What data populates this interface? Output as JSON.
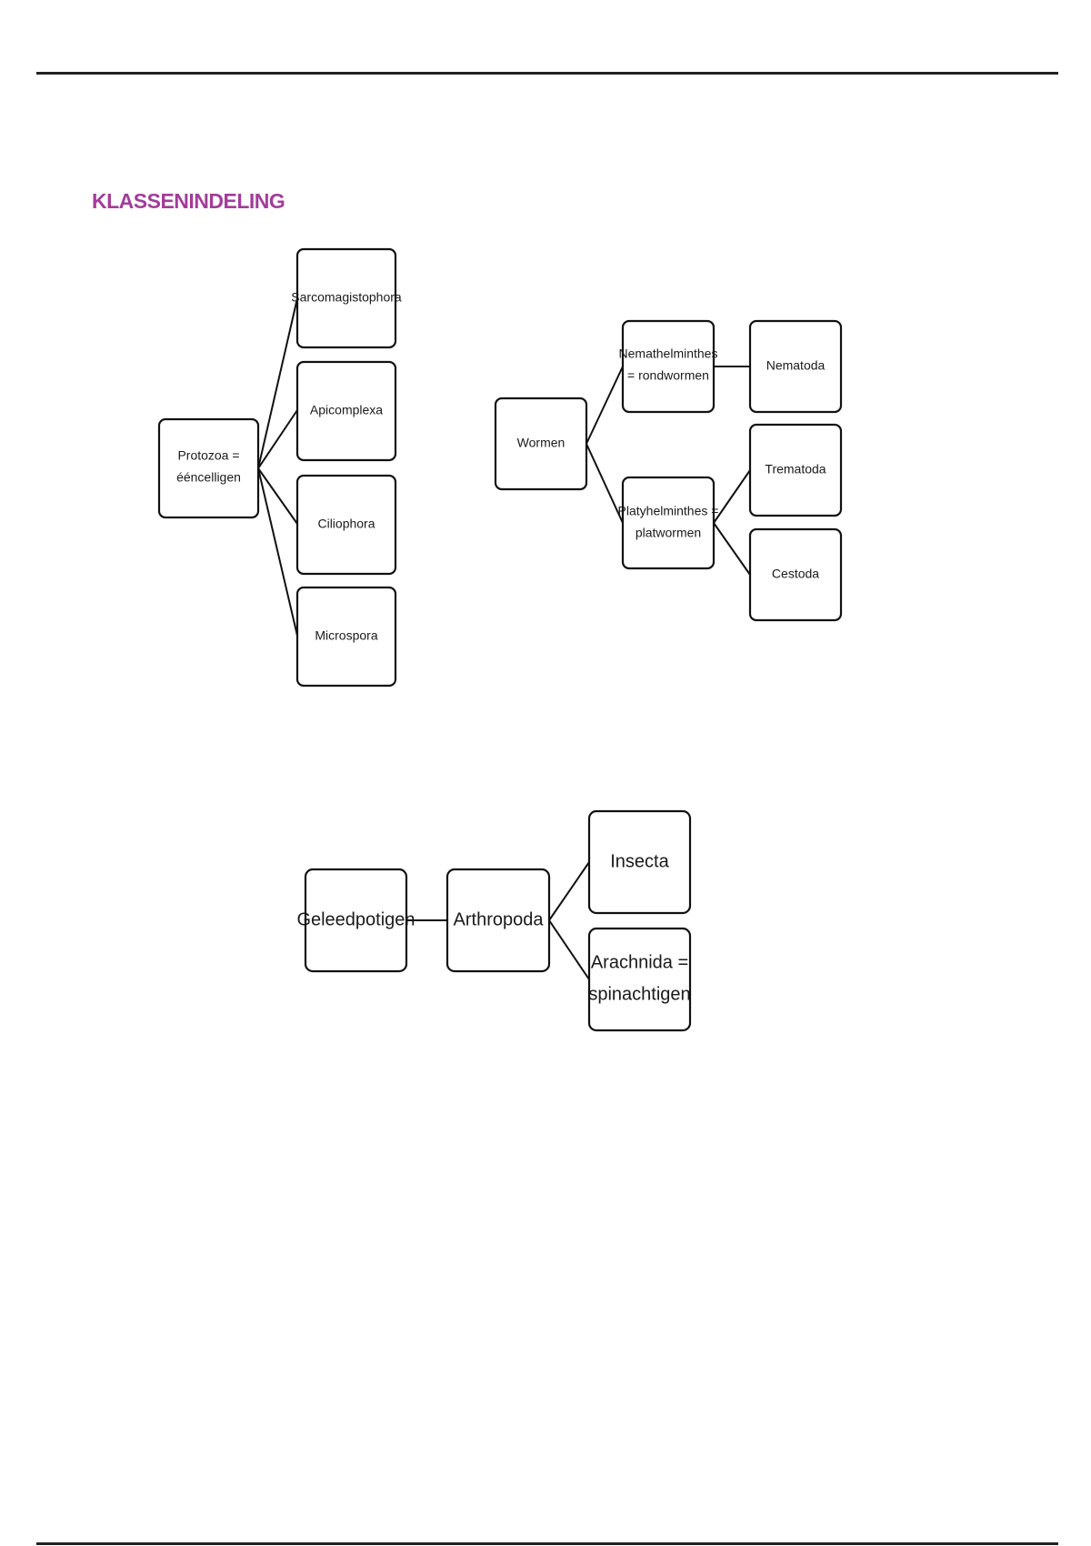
{
  "heading": "KLASSENINDELING",
  "colors": {
    "heading": "#a23d9a",
    "line": "#111111"
  },
  "diagram_protozoa": {
    "root": [
      "Protozoa =",
      "ééncelligen"
    ],
    "children": [
      "Sarcomagistophora",
      "Apicomplexa",
      "Ciliophora",
      "Microspora"
    ]
  },
  "diagram_wormen": {
    "root": "Wormen",
    "nemathelminthes": [
      "Nemathelminthes",
      "= rondwormen"
    ],
    "nematoda": "Nematoda",
    "platyhelminthes": [
      "Platyhelminthes =",
      "platwormen"
    ],
    "trematoda": "Trematoda",
    "cestoda": "Cestoda"
  },
  "diagram_geleedpotigen": {
    "root": "Geleedpotigen",
    "arthropoda": "Arthropoda",
    "insecta": "Insecta",
    "arachnida": [
      "Arachnida =",
      "spinachtigen"
    ]
  }
}
